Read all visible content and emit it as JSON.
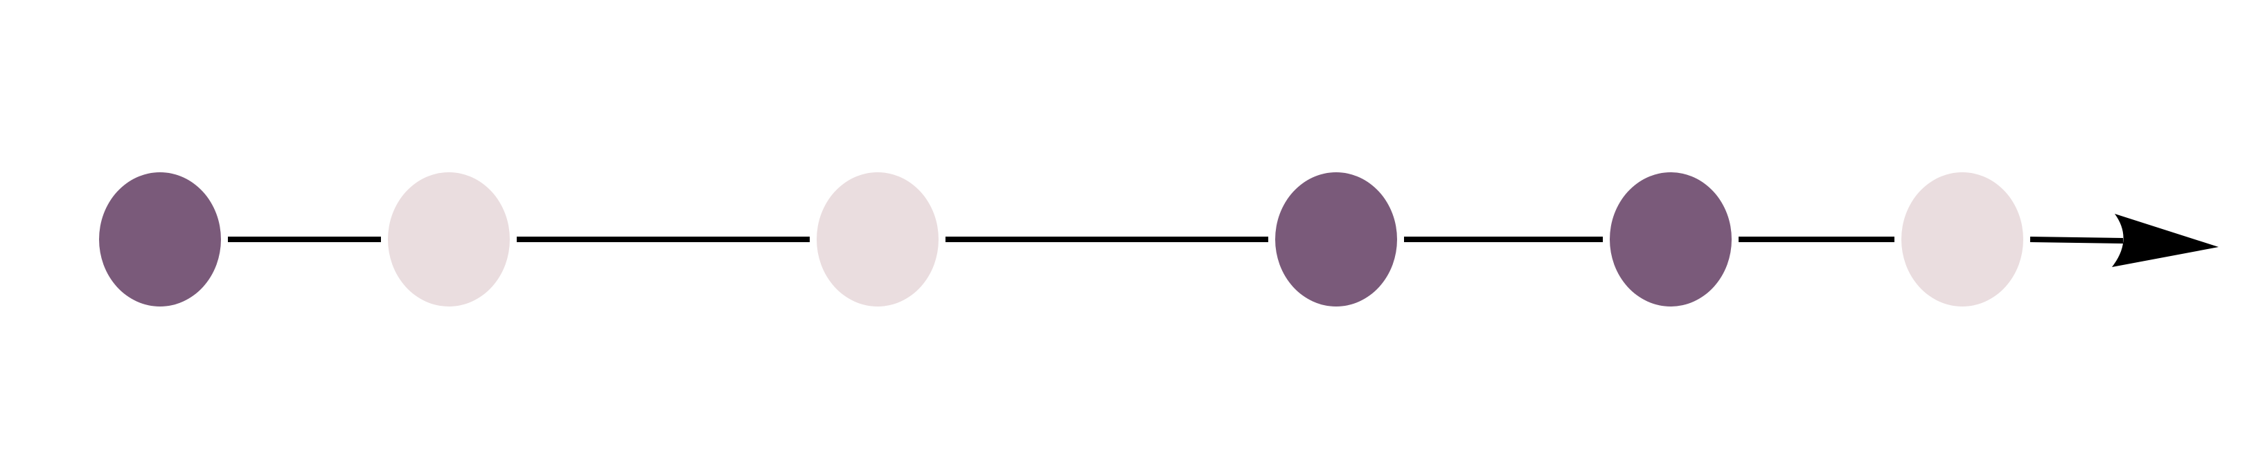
{
  "diagram": {
    "colors": {
      "dark_node": "#7A5A7A",
      "light_node": "#EADDDF",
      "connector": "#000000",
      "arrowhead": "#000000",
      "background": "#FFFFFF"
    },
    "nodes": [
      {
        "shade": "dark"
      },
      {
        "shade": "light"
      },
      {
        "shade": "light"
      },
      {
        "shade": "dark"
      },
      {
        "shade": "dark"
      },
      {
        "shade": "light"
      }
    ],
    "terminal": "arrow"
  }
}
